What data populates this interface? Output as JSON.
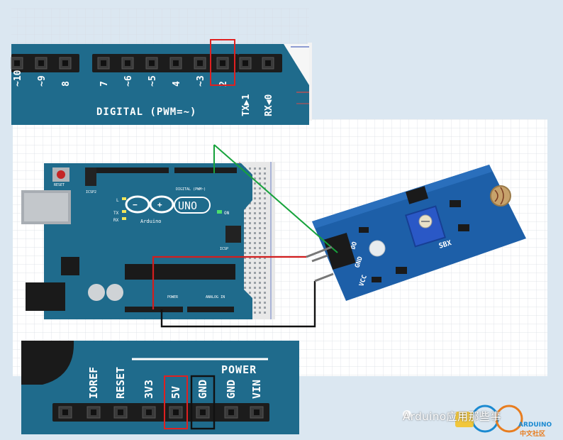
{
  "digital_header": {
    "pins": [
      {
        "label": "~10"
      },
      {
        "label": "~9"
      },
      {
        "label": "8"
      },
      {
        "label": "7"
      },
      {
        "label": "~6"
      },
      {
        "label": "~5"
      },
      {
        "label": "4"
      },
      {
        "label": "~3"
      },
      {
        "label": "2"
      },
      {
        "label": "TX▶1"
      },
      {
        "label": "RX◀0"
      }
    ],
    "caption": "DIGITAL (PWM=~)",
    "highlighted_pin": "2"
  },
  "board": {
    "logo_text": "UNO",
    "brand": "Arduino",
    "reset_label": "RESET",
    "icsp2_label": "ICSP2",
    "l_label": "L",
    "tx_label": "TX",
    "rx_label": "RX",
    "on_label": "ON",
    "icsp_label": "ICSP",
    "digital_label": "DIGITAL (PWM~)",
    "power_label": "POWER",
    "analog_label": "ANALOG IN"
  },
  "sensor": {
    "pins": [
      "DO",
      "GND",
      "VCC"
    ],
    "label": "SBX"
  },
  "power_header": {
    "caption": "POWER",
    "pins": [
      {
        "label": "IOREF"
      },
      {
        "label": "RESET"
      },
      {
        "label": "3V3"
      },
      {
        "label": "5V"
      },
      {
        "label": "GND"
      },
      {
        "label": "GND"
      },
      {
        "label": "VIN"
      }
    ],
    "highlight_red": "5V",
    "highlight_black": "GND"
  },
  "wires": [
    {
      "name": "signal",
      "color": "#17a33c"
    },
    {
      "name": "power",
      "color": "#d21e1e"
    },
    {
      "name": "ground",
      "color": "#111111"
    }
  ],
  "watermark": {
    "text": "Arduino应用那些事",
    "logo_line1": "ARDUINO",
    "logo_line2": "中文社区"
  },
  "colors": {
    "board_teal": "#1f6b8c",
    "header_black": "#1c1c1c",
    "module_blue": "#1d5fa8",
    "highlight_red": "#e02020"
  }
}
